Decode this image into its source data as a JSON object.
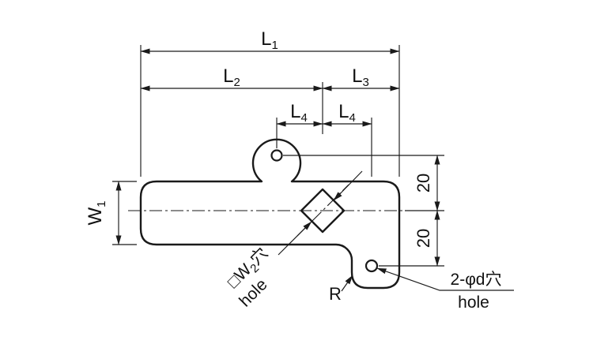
{
  "drawing": {
    "dim_l1": {
      "base": "L",
      "sub": "1"
    },
    "dim_l2": {
      "base": "L",
      "sub": "2"
    },
    "dim_l3": {
      "base": "L",
      "sub": "3"
    },
    "dim_l4_left": {
      "base": "L",
      "sub": "4"
    },
    "dim_l4_right": {
      "base": "L",
      "sub": "4"
    },
    "dim_w1": {
      "base": "W",
      "sub": "1"
    },
    "dim_offset_top": "20",
    "dim_offset_bottom": "20",
    "radius_label": "R",
    "square_hole_callout": {
      "prefix": "□",
      "base": "W",
      "sub": "2",
      "suffix": "穴",
      "line2": "hole"
    },
    "round_hole_callout": {
      "line1": "2-φd穴",
      "line2": "hole"
    },
    "colors": {
      "line": "#1a1a1a",
      "background": "#ffffff"
    }
  }
}
